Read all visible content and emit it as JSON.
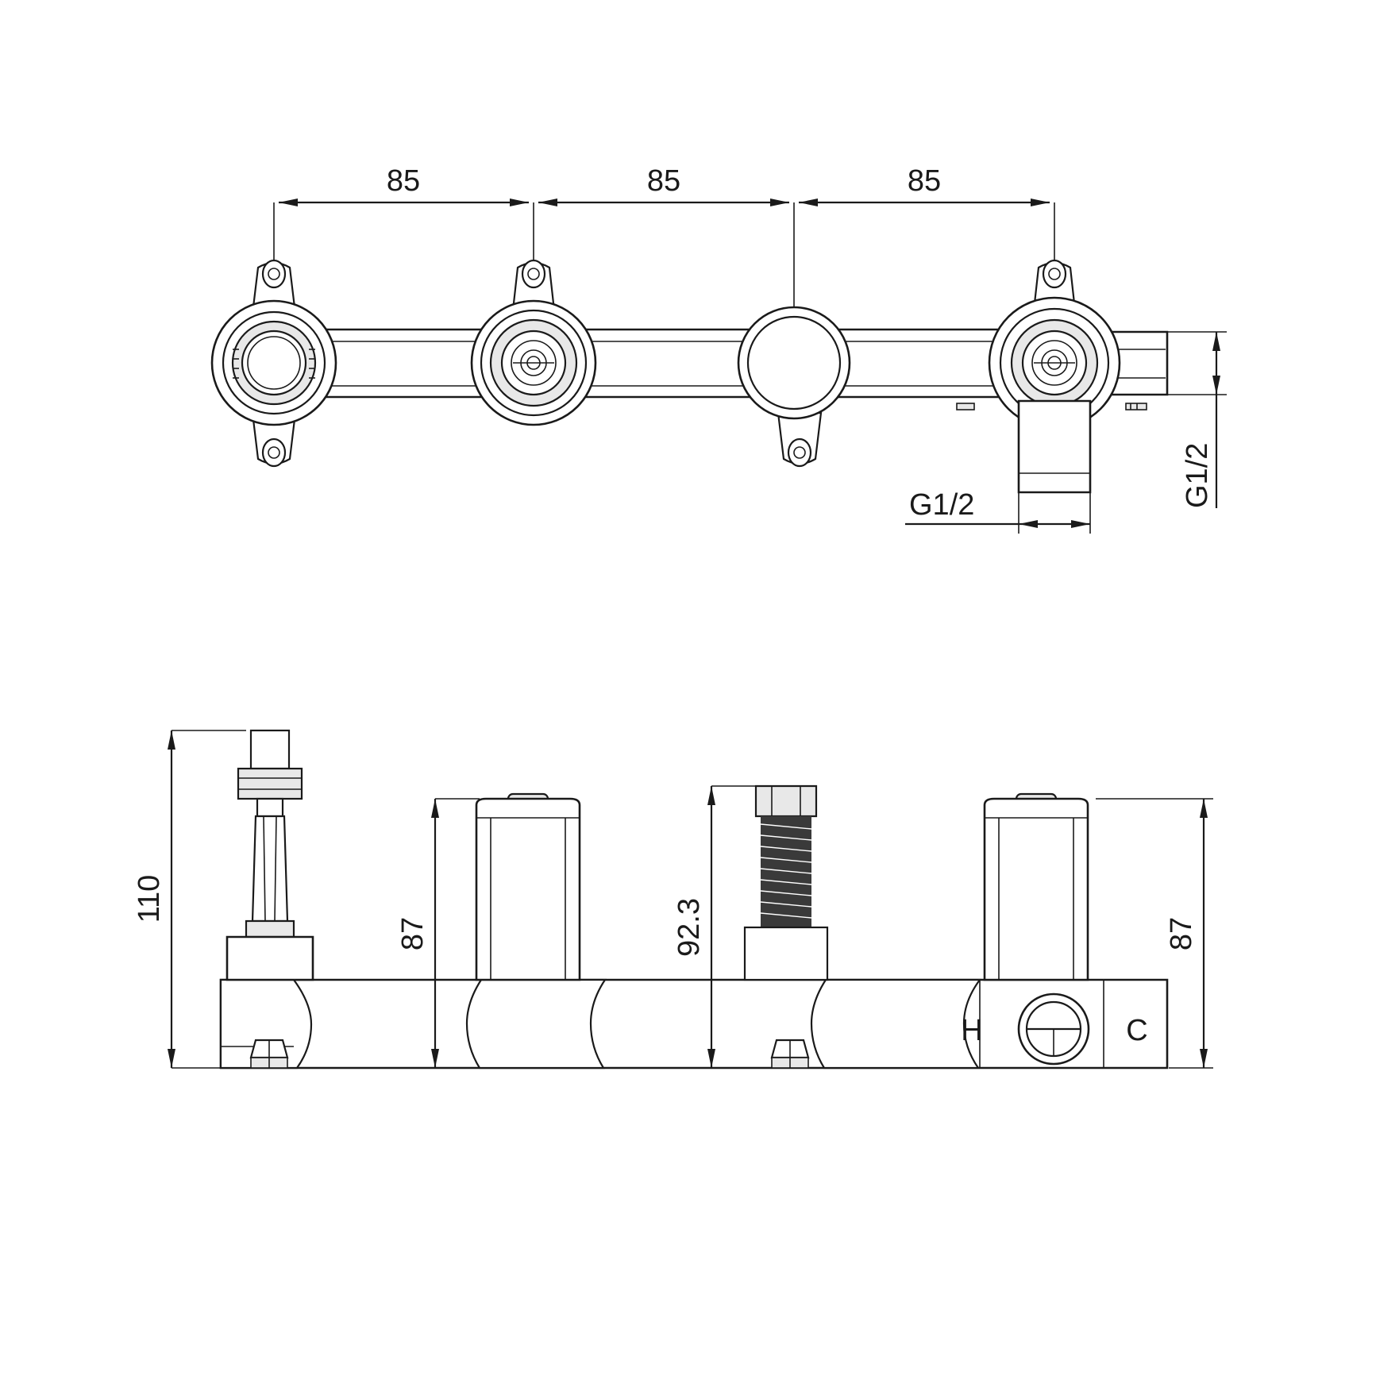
{
  "drawing": {
    "title": "Concealed thermostatic valve body - technical drawing",
    "views": [
      {
        "name": "front-view",
        "label": ""
      },
      {
        "name": "side-view",
        "label": ""
      }
    ],
    "dimensions": {
      "top_horizontal": [
        {
          "value": "85",
          "name": "dim-85-left"
        },
        {
          "value": "85",
          "name": "dim-85-middle"
        },
        {
          "value": "85",
          "name": "dim-85-right"
        }
      ],
      "thread_labels": [
        {
          "value": "G1/2",
          "name": "dim-g12-bottom",
          "orientation": "horizontal"
        },
        {
          "value": "G1/2",
          "name": "dim-g12-right",
          "orientation": "vertical"
        }
      ],
      "bottom_vertical": [
        {
          "value": "110",
          "name": "dim-110"
        },
        {
          "value": "87",
          "name": "dim-87-left"
        },
        {
          "value": "92.3",
          "name": "dim-92-3"
        },
        {
          "value": "87",
          "name": "dim-87-right"
        }
      ]
    },
    "port_markers": [
      {
        "value": "H",
        "name": "port-marker-hot"
      },
      {
        "value": "C",
        "name": "port-marker-cold"
      }
    ],
    "colors": {
      "line": "#1a1a1a",
      "background": "#ffffff",
      "fill_light": "#f2f2f2",
      "fill_dark": "#3a3a3a"
    }
  }
}
